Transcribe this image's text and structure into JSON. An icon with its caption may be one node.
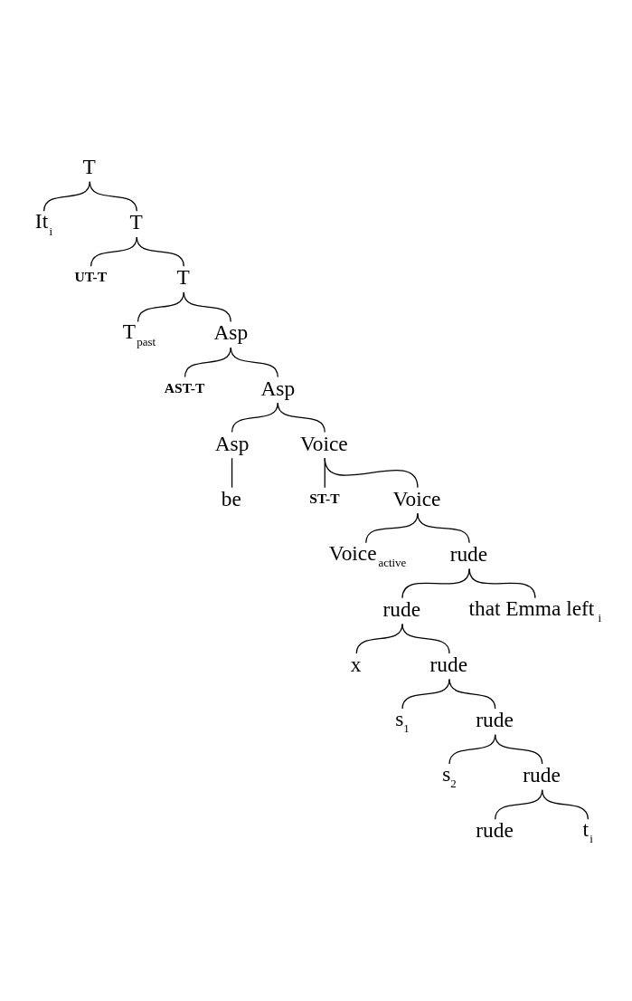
{
  "diagram": {
    "nodes": [
      {
        "text": [
          "T"
        ]
      },
      {
        "text": [
          "It$_{i}$"
        ]
      },
      {
        "text": [
          "T"
        ]
      },
      {
        "text": [
          "UT-T"
        ]
      },
      {
        "text": [
          "T"
        ]
      },
      {
        "text": [
          "T$_{past}$"
        ]
      },
      {
        "text": [
          "Asp"
        ]
      },
      {
        "text": [
          "AST-T"
        ]
      },
      {
        "text": [
          "Asp"
        ]
      },
      {
        "text": [
          "Asp"
        ]
      },
      {
        "text": [
          "Voice"
        ]
      },
      {
        "text": [
          "be"
        ]
      },
      {
        "text": [
          "ST-T"
        ]
      },
      {
        "text": [
          "Voice"
        ]
      },
      {
        "text": [
          "Voice$_{active}$"
        ]
      },
      {
        "text": [
          "rude"
        ]
      },
      {
        "text": [
          "rude"
        ]
      },
      {
        "text": [
          "that Emma left$_{i}$"
        ]
      },
      {
        "text": [
          "x"
        ]
      },
      {
        "text": [
          "rude"
        ]
      },
      {
        "text": [
          "s$_{1}$"
        ]
      },
      {
        "text": [
          "rude"
        ]
      },
      {
        "text": [
          "s$_{2}$"
        ]
      },
      {
        "text": [
          "rude"
        ]
      },
      {
        "text": [
          "rude"
        ]
      },
      {
        "text": [
          "t$_{i}$"
        ]
      }
    ],
    "edges": [
      {
        "from": 0,
        "to": 1,
        "arrow": "none"
      },
      {
        "from": 0,
        "to": 2,
        "arrow": "none"
      },
      {
        "from": 2,
        "to": 3,
        "arrow": "none"
      },
      {
        "from": 2,
        "to": 4,
        "arrow": "none"
      },
      {
        "from": 4,
        "to": 5,
        "arrow": "none"
      },
      {
        "from": 4,
        "to": 6,
        "arrow": "none"
      },
      {
        "from": 6,
        "to": 7,
        "arrow": "none"
      },
      {
        "from": 6,
        "to": 8,
        "arrow": "none"
      },
      {
        "from": 8,
        "to": 9,
        "arrow": "none"
      },
      {
        "from": 8,
        "to": 10,
        "arrow": "none"
      },
      {
        "from": 9,
        "to": 11,
        "arrow": "none"
      },
      {
        "from": 10,
        "to": 12,
        "arrow": "none"
      },
      {
        "from": 10,
        "to": 13,
        "arrow": "none"
      },
      {
        "from": 13,
        "to": 14,
        "arrow": "none"
      },
      {
        "from": 13,
        "to": 15,
        "arrow": "none"
      },
      {
        "from": 15,
        "to": 16,
        "arrow": "none"
      },
      {
        "from": 15,
        "to": 17,
        "arrow": "none"
      },
      {
        "from": 16,
        "to": 18,
        "arrow": "none"
      },
      {
        "from": 16,
        "to": 19,
        "arrow": "none"
      },
      {
        "from": 19,
        "to": 20,
        "arrow": "none"
      },
      {
        "from": 19,
        "to": 21,
        "arrow": "none"
      },
      {
        "from": 21,
        "to": 22,
        "arrow": "none"
      },
      {
        "from": 21,
        "to": 23,
        "arrow": "none"
      },
      {
        "from": 23,
        "to": 24,
        "arrow": "none"
      },
      {
        "from": 23,
        "to": 25,
        "arrow": "none"
      }
    ]
  }
}
